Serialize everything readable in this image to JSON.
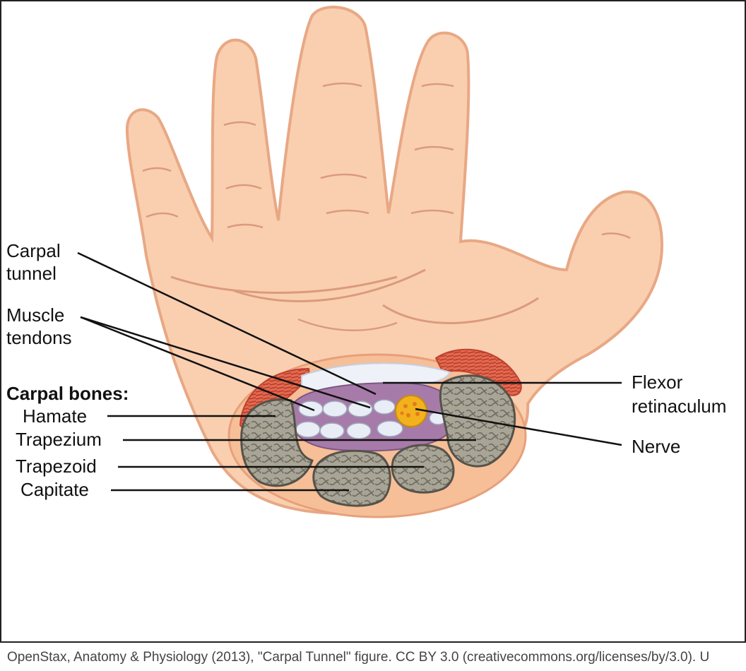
{
  "labels": {
    "carpal_tunnel_1": "Carpal",
    "carpal_tunnel_2": "tunnel",
    "muscle_tendons_1": "Muscle",
    "muscle_tendons_2": "tendons",
    "carpal_bones": "Carpal bones:",
    "hamate": "Hamate",
    "trapezium": "Trapezium",
    "trapezoid": "Trapezoid",
    "capitate": "Capitate",
    "flexor_1": "Flexor",
    "flexor_2": "retinaculum",
    "nerve": "Nerve"
  },
  "caption": "OpenStax, Anatomy & Physiology (2013), \"Carpal Tunnel\" figure. CC BY 3.0 (creativecommons.org/licenses/by/3.0). U",
  "colors": {
    "skin": "#f9cfb0",
    "skin_outline": "#e8a884",
    "bone": "#8f8b7f",
    "muscle": "#d9553f",
    "tunnel": "#a67ba9",
    "tendon": "#e8edf6",
    "nerve": "#f2b21c"
  }
}
